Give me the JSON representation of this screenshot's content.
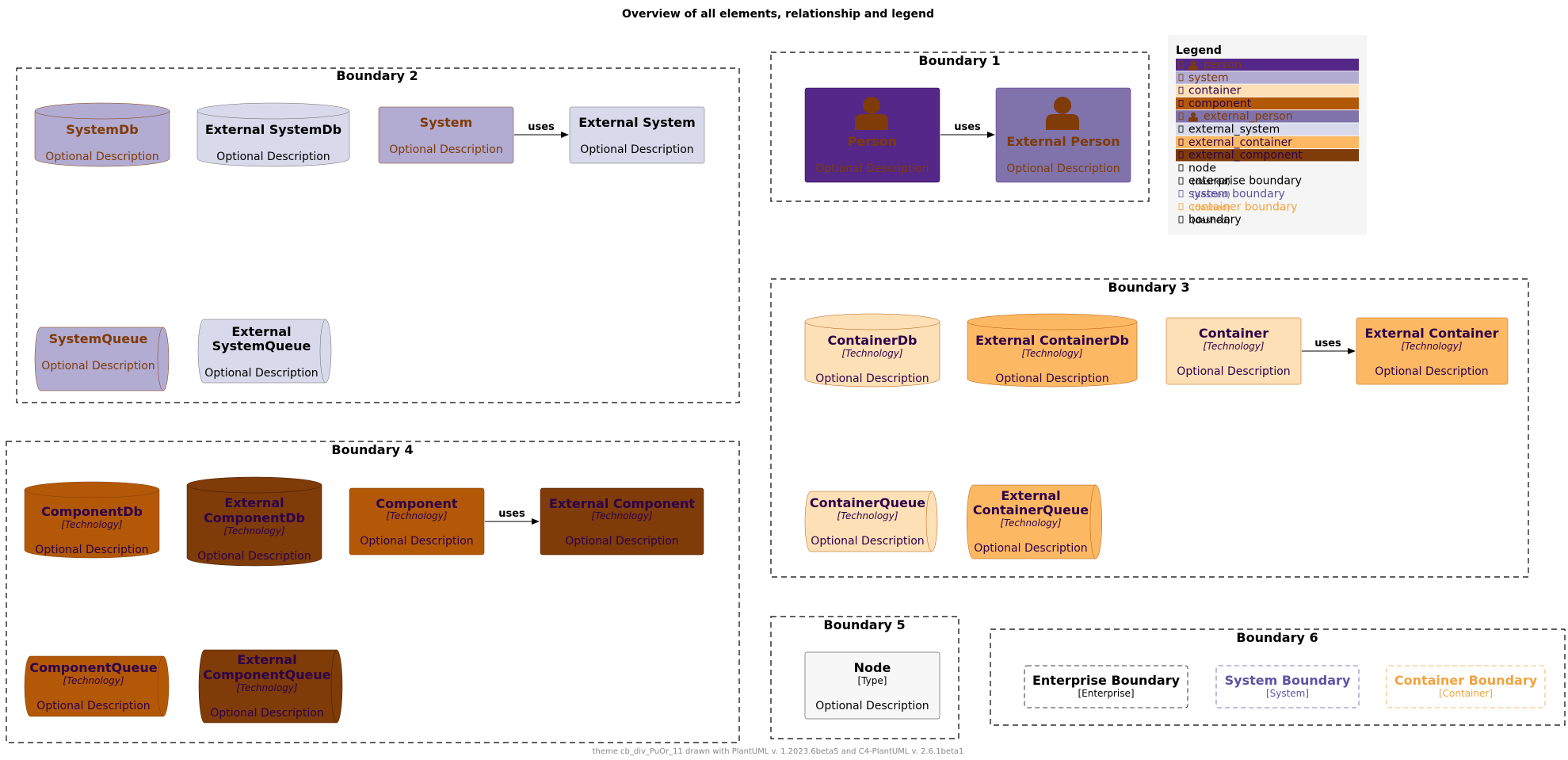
{
  "title": "Overview of all elements, relationship and legend",
  "footer": "theme cb_div_PuOr_11 drawn with PlantUML v. 1.2023.6beta5 and C4-PlantUML v. 2.6.1beta1",
  "colors": {
    "person_fill": "#542788",
    "external_person_fill": "#8073ac",
    "system_fill": "#b2abd2",
    "external_system_fill": "#d8daeb",
    "container_fill": "#fee0b6",
    "external_container_fill": "#fdb863",
    "component_fill": "#b35806",
    "external_component_fill": "#7f3b08",
    "node_fill": "#f7f7f7",
    "brown_text": "#7f3b08",
    "purple_text": "#2d004b",
    "system_boundary": "#5e53a2",
    "container_boundary": "#f1a340"
  },
  "relation_label": "uses",
  "boundaries": {
    "b1": "Boundary 1",
    "b2": "Boundary 2",
    "b3": "Boundary 3",
    "b4": "Boundary 4",
    "b5": "Boundary 5",
    "b6": "Boundary 6"
  },
  "elements": {
    "person": {
      "name": "Person",
      "desc": "Optional Description"
    },
    "external_person": {
      "name": "External Person",
      "desc": "Optional Description"
    },
    "system_db": {
      "name": "SystemDb",
      "desc": "Optional Description"
    },
    "external_system_db": {
      "name": "External SystemDb",
      "desc": "Optional Description"
    },
    "system": {
      "name": "System",
      "desc": "Optional Description"
    },
    "external_system": {
      "name": "External System",
      "desc": "Optional Description"
    },
    "system_queue": {
      "name": "SystemQueue",
      "desc": "Optional Description"
    },
    "external_system_queue": {
      "name1": "External",
      "name2": "SystemQueue",
      "desc": "Optional Description"
    },
    "container_db": {
      "name": "ContainerDb",
      "tech": "[Technology]",
      "desc": "Optional Description"
    },
    "external_container_db": {
      "name": "External ContainerDb",
      "tech": "[Technology]",
      "desc": "Optional Description"
    },
    "container": {
      "name": "Container",
      "tech": "[Technology]",
      "desc": "Optional Description"
    },
    "external_container": {
      "name": "External Container",
      "tech": "[Technology]",
      "desc": "Optional Description"
    },
    "container_queue": {
      "name": "ContainerQueue",
      "tech": "[Technology]",
      "desc": "Optional Description"
    },
    "external_container_queue": {
      "name1": "External",
      "name2": "ContainerQueue",
      "tech": "[Technology]",
      "desc": "Optional Description"
    },
    "component_db": {
      "name": "ComponentDb",
      "tech": "[Technology]",
      "desc": "Optional Description"
    },
    "external_component_db": {
      "name1": "External",
      "name2": "ComponentDb",
      "tech": "[Technology]",
      "desc": "Optional Description"
    },
    "component": {
      "name": "Component",
      "tech": "[Technology]",
      "desc": "Optional Description"
    },
    "external_component": {
      "name": "External Component",
      "tech": "[Technology]",
      "desc": "Optional Description"
    },
    "component_queue": {
      "name": "ComponentQueue",
      "tech": "[Technology]",
      "desc": "Optional Description"
    },
    "external_component_queue": {
      "name1": "External",
      "name2": "ComponentQueue",
      "tech": "[Technology]",
      "desc": "Optional Description"
    },
    "node": {
      "name": "Node",
      "tech": "[Type]",
      "desc": "Optional Description"
    },
    "enterprise_boundary": {
      "name": "Enterprise Boundary",
      "tech": "[Enterprise]"
    },
    "system_boundary": {
      "name": "System Boundary",
      "tech": "[System]"
    },
    "container_boundary": {
      "name": "Container Boundary",
      "tech": "[Container]"
    }
  },
  "legend": {
    "title": "Legend",
    "items": [
      {
        "label": "person",
        "fill": "#542788",
        "text": "#7f3b08",
        "icon": "person-icon"
      },
      {
        "label": "system",
        "fill": "#b2abd2",
        "text": "#7f3b08"
      },
      {
        "label": "container",
        "fill": "#fee0b6",
        "text": "#2d004b"
      },
      {
        "label": "component",
        "fill": "#b35806",
        "text": "#2d004b"
      },
      {
        "label": "external_person",
        "fill": "#8073ac",
        "text": "#7f3b08",
        "icon": "person-icon"
      },
      {
        "label": "external_system",
        "fill": "#d8daeb",
        "text": "#000000"
      },
      {
        "label": "external_container",
        "fill": "#fdb863",
        "text": "#2d004b"
      },
      {
        "label": "external_component",
        "fill": "#7f3b08",
        "text": "#2d004b"
      },
      {
        "label": "node",
        "fill": "",
        "text": "#000000"
      },
      {
        "label": "enterprise boundary",
        "suffix": "(dashed)",
        "fill": "",
        "text": "#000000"
      },
      {
        "label": "system boundary",
        "suffix": "(dashed)",
        "fill": "",
        "text": "#5e53a2"
      },
      {
        "label": "container boundary",
        "suffix": "(dashed)",
        "fill": "",
        "text": "#f1a340"
      },
      {
        "label": "boundary",
        "suffix": "(dashed)",
        "fill": "",
        "text": "#000000"
      }
    ]
  }
}
